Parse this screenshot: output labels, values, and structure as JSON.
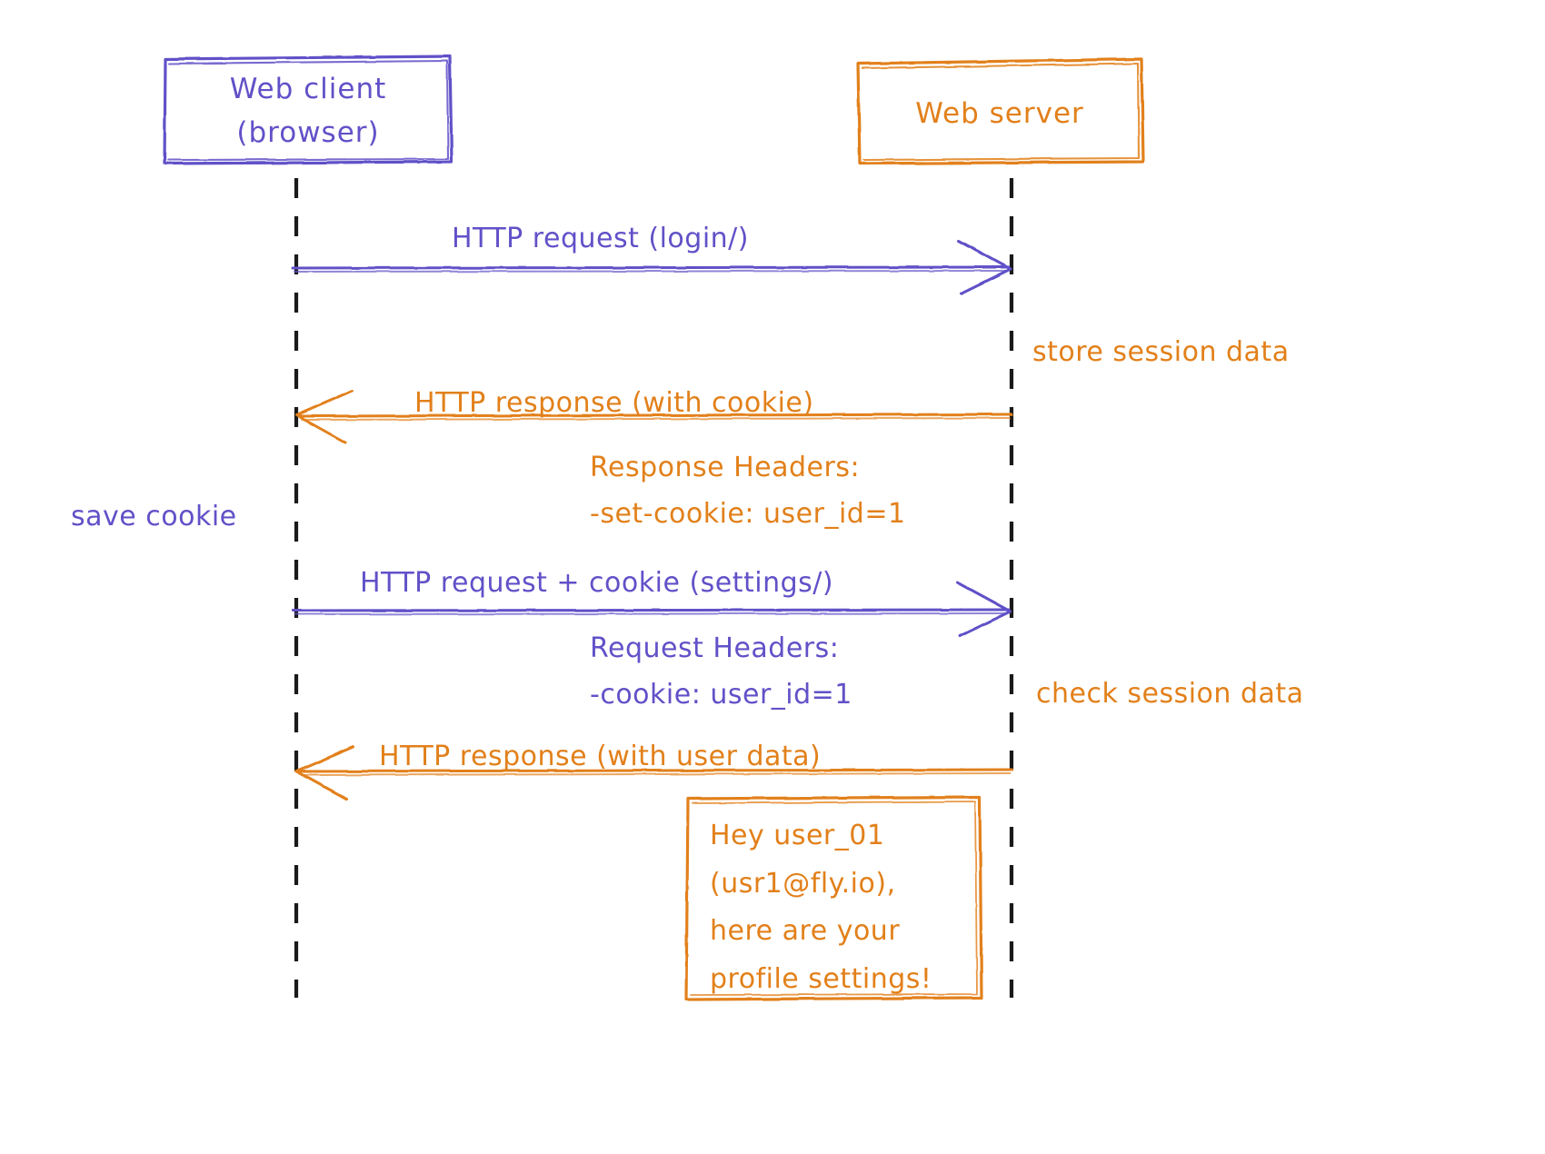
{
  "diagram": {
    "type": "sequence-diagram",
    "title": "HTTP cookie session sequence",
    "colors": {
      "client": "#6151c8",
      "server": "#e2801a",
      "lifeline": "#1a1a1a",
      "background": "#ffffff"
    },
    "participants": [
      {
        "id": "client",
        "label_line1": "Web client",
        "label_line2": "(browser)",
        "color": "#6151c8"
      },
      {
        "id": "server",
        "label_line1": "Web server",
        "label_line2": "",
        "color": "#e2801a"
      }
    ],
    "messages": [
      {
        "id": "m1",
        "label": "HTTP request (login/)",
        "from": "client",
        "to": "server",
        "direction": "right",
        "color": "#6151c8"
      },
      {
        "id": "m2",
        "label": "HTTP response (with cookie)",
        "from": "server",
        "to": "client",
        "direction": "left",
        "color": "#e2801a"
      },
      {
        "id": "m3",
        "label": "HTTP request + cookie (settings/)",
        "from": "client",
        "to": "server",
        "direction": "right",
        "color": "#6151c8"
      },
      {
        "id": "m4",
        "label": "HTTP response (with user data)",
        "from": "server",
        "to": "client",
        "direction": "left",
        "color": "#e2801a"
      }
    ],
    "notes": [
      {
        "id": "n1",
        "text": "store session data",
        "color": "#e2801a",
        "side": "right-of-server"
      },
      {
        "id": "n2",
        "text": "save cookie",
        "color": "#6151c8",
        "side": "left-of-client"
      },
      {
        "id": "n3",
        "text": "check session data",
        "color": "#e2801a",
        "side": "right-of-server"
      }
    ],
    "header_blocks": [
      {
        "id": "resp-headers",
        "line1": "Response Headers:",
        "line2": "-set-cookie: user_id=1",
        "color": "#e2801a"
      },
      {
        "id": "req-headers",
        "line1": "Request Headers:",
        "line2": "-cookie: user_id=1",
        "color": "#6151c8"
      }
    ],
    "payload_box": {
      "id": "user-data-box",
      "color": "#e2801a",
      "lines": [
        "Hey user_01",
        "(usr1@fly.io),",
        "here are your",
        "profile settings!"
      ]
    }
  }
}
